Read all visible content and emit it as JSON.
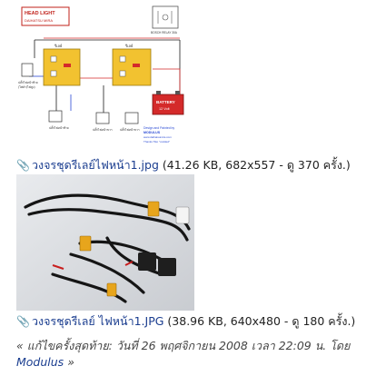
{
  "attachments": [
    {
      "filename": "วงจรชุดรีเลย์ไฟหน้า1.jpg",
      "details": "(41.26 KB, 682x557 - ดู 370 ครั้ง.)",
      "image_texts": {
        "head_light_title": "HEAD LIGHT",
        "head_light_sub": "DAIHATSU MIRA",
        "relay_caption": "BOSCH RELAY 30A",
        "relay_left": "รีเลย์",
        "relay_right": "รีเลย์",
        "left_label": "ปลั๊กไฟหน้าซ้าย",
        "left_label2": "(ไฟต่ำ/ไฟสูง)",
        "battery": "BATTERY",
        "battery_volt": "12 Volt",
        "bottom_left": "ปลั๊กไฟหน้าซ้าย",
        "bottom_mid": "ปลั๊กไฟหน้าขวา",
        "bottom_right": "ปลั๊กไฟหน้าขวา",
        "design_line1": "Design and Painted by",
        "design_line2": "MODULUS",
        "design_line3": "www.daihatsumira.com",
        "design_line4": "Thanks Tiko \"codded\""
      }
    },
    {
      "filename": "วงจรชุดรีเลย์ ไฟหน้า1.JPG",
      "details": "(38.96 KB, 640x480 - ดู 180 ครั้ง.)"
    }
  ],
  "footer": {
    "edit_text": "« แก้ไขครั้งสุดท้าย: วันที่ 26 พฤศจิกายน 2008 เวลา 22:09 น. โดย",
    "author": "Modulus",
    "end": "»"
  },
  "colors": {
    "link": "#1a3d8f",
    "relay_box": "#f2c230",
    "battery": "#d42a2a",
    "title_box": "#c0201a"
  }
}
